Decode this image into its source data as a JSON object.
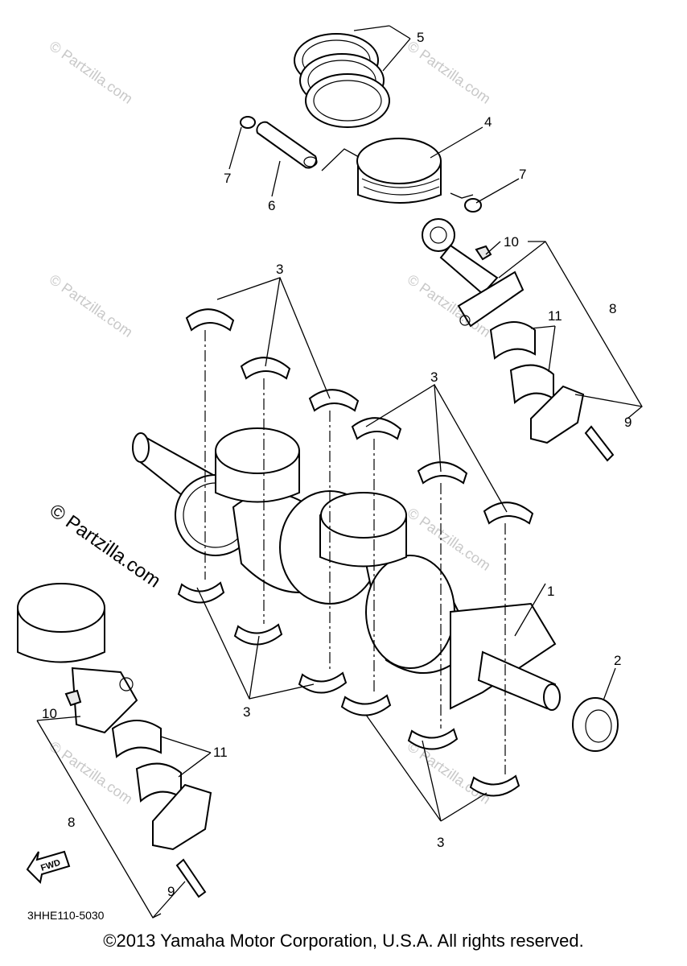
{
  "diagram": {
    "callouts": {
      "c1": "1",
      "c2": "2",
      "c3a": "3",
      "c3b": "3",
      "c3c": "3",
      "c3d": "3",
      "c4": "4",
      "c5": "5",
      "c6": "6",
      "c7a": "7",
      "c7b": "7",
      "c8a": "8",
      "c8b": "8",
      "c9a": "9",
      "c9b": "9",
      "c10a": "10",
      "c10b": "10",
      "c11a": "11",
      "c11b": "11"
    },
    "watermark": "© Partzilla.com",
    "fwd_label": "FWD",
    "diagram_code": "3HHE110-5030"
  },
  "footer": {
    "copyright": "©2013 Yamaha Motor Corporation, U.S.A. All rights reserved."
  },
  "icons": {
    "fwd": "forward-arrow-icon"
  }
}
